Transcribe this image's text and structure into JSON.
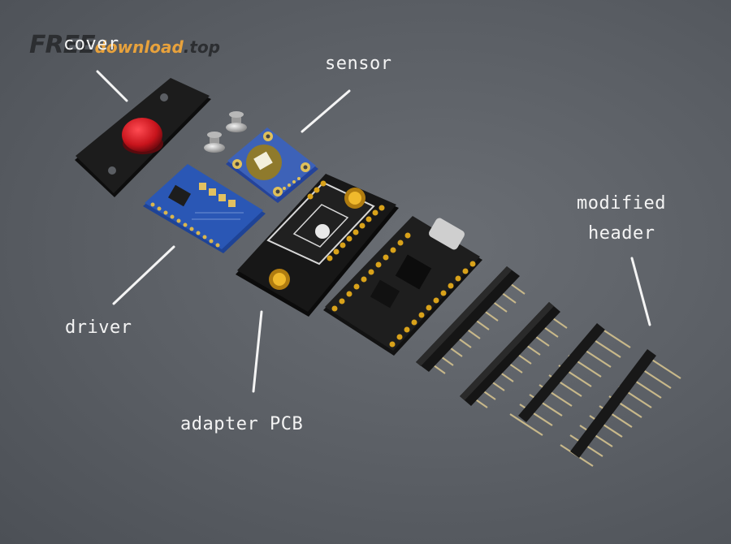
{
  "watermark": {
    "part1": "FREE",
    "part2": "download",
    "part3": ".top"
  },
  "labels": {
    "cover": "cover",
    "sensor": "sensor",
    "driver": "driver",
    "adapter_pcb": "adapter PCB",
    "modified_header_1": "modified",
    "modified_header_2": "header"
  },
  "colors": {
    "background": "#5a5e64",
    "label_text": "#f4f4f4",
    "cover_plate": "#1a1a1a",
    "button": "#c8141c",
    "driver_pcb": "#2a57b5",
    "sensor_pcb": "#3d62b8",
    "adapter_pcb": "#151515",
    "gold_pad": "#d9a21a",
    "header_pins": "#c8b88a"
  }
}
